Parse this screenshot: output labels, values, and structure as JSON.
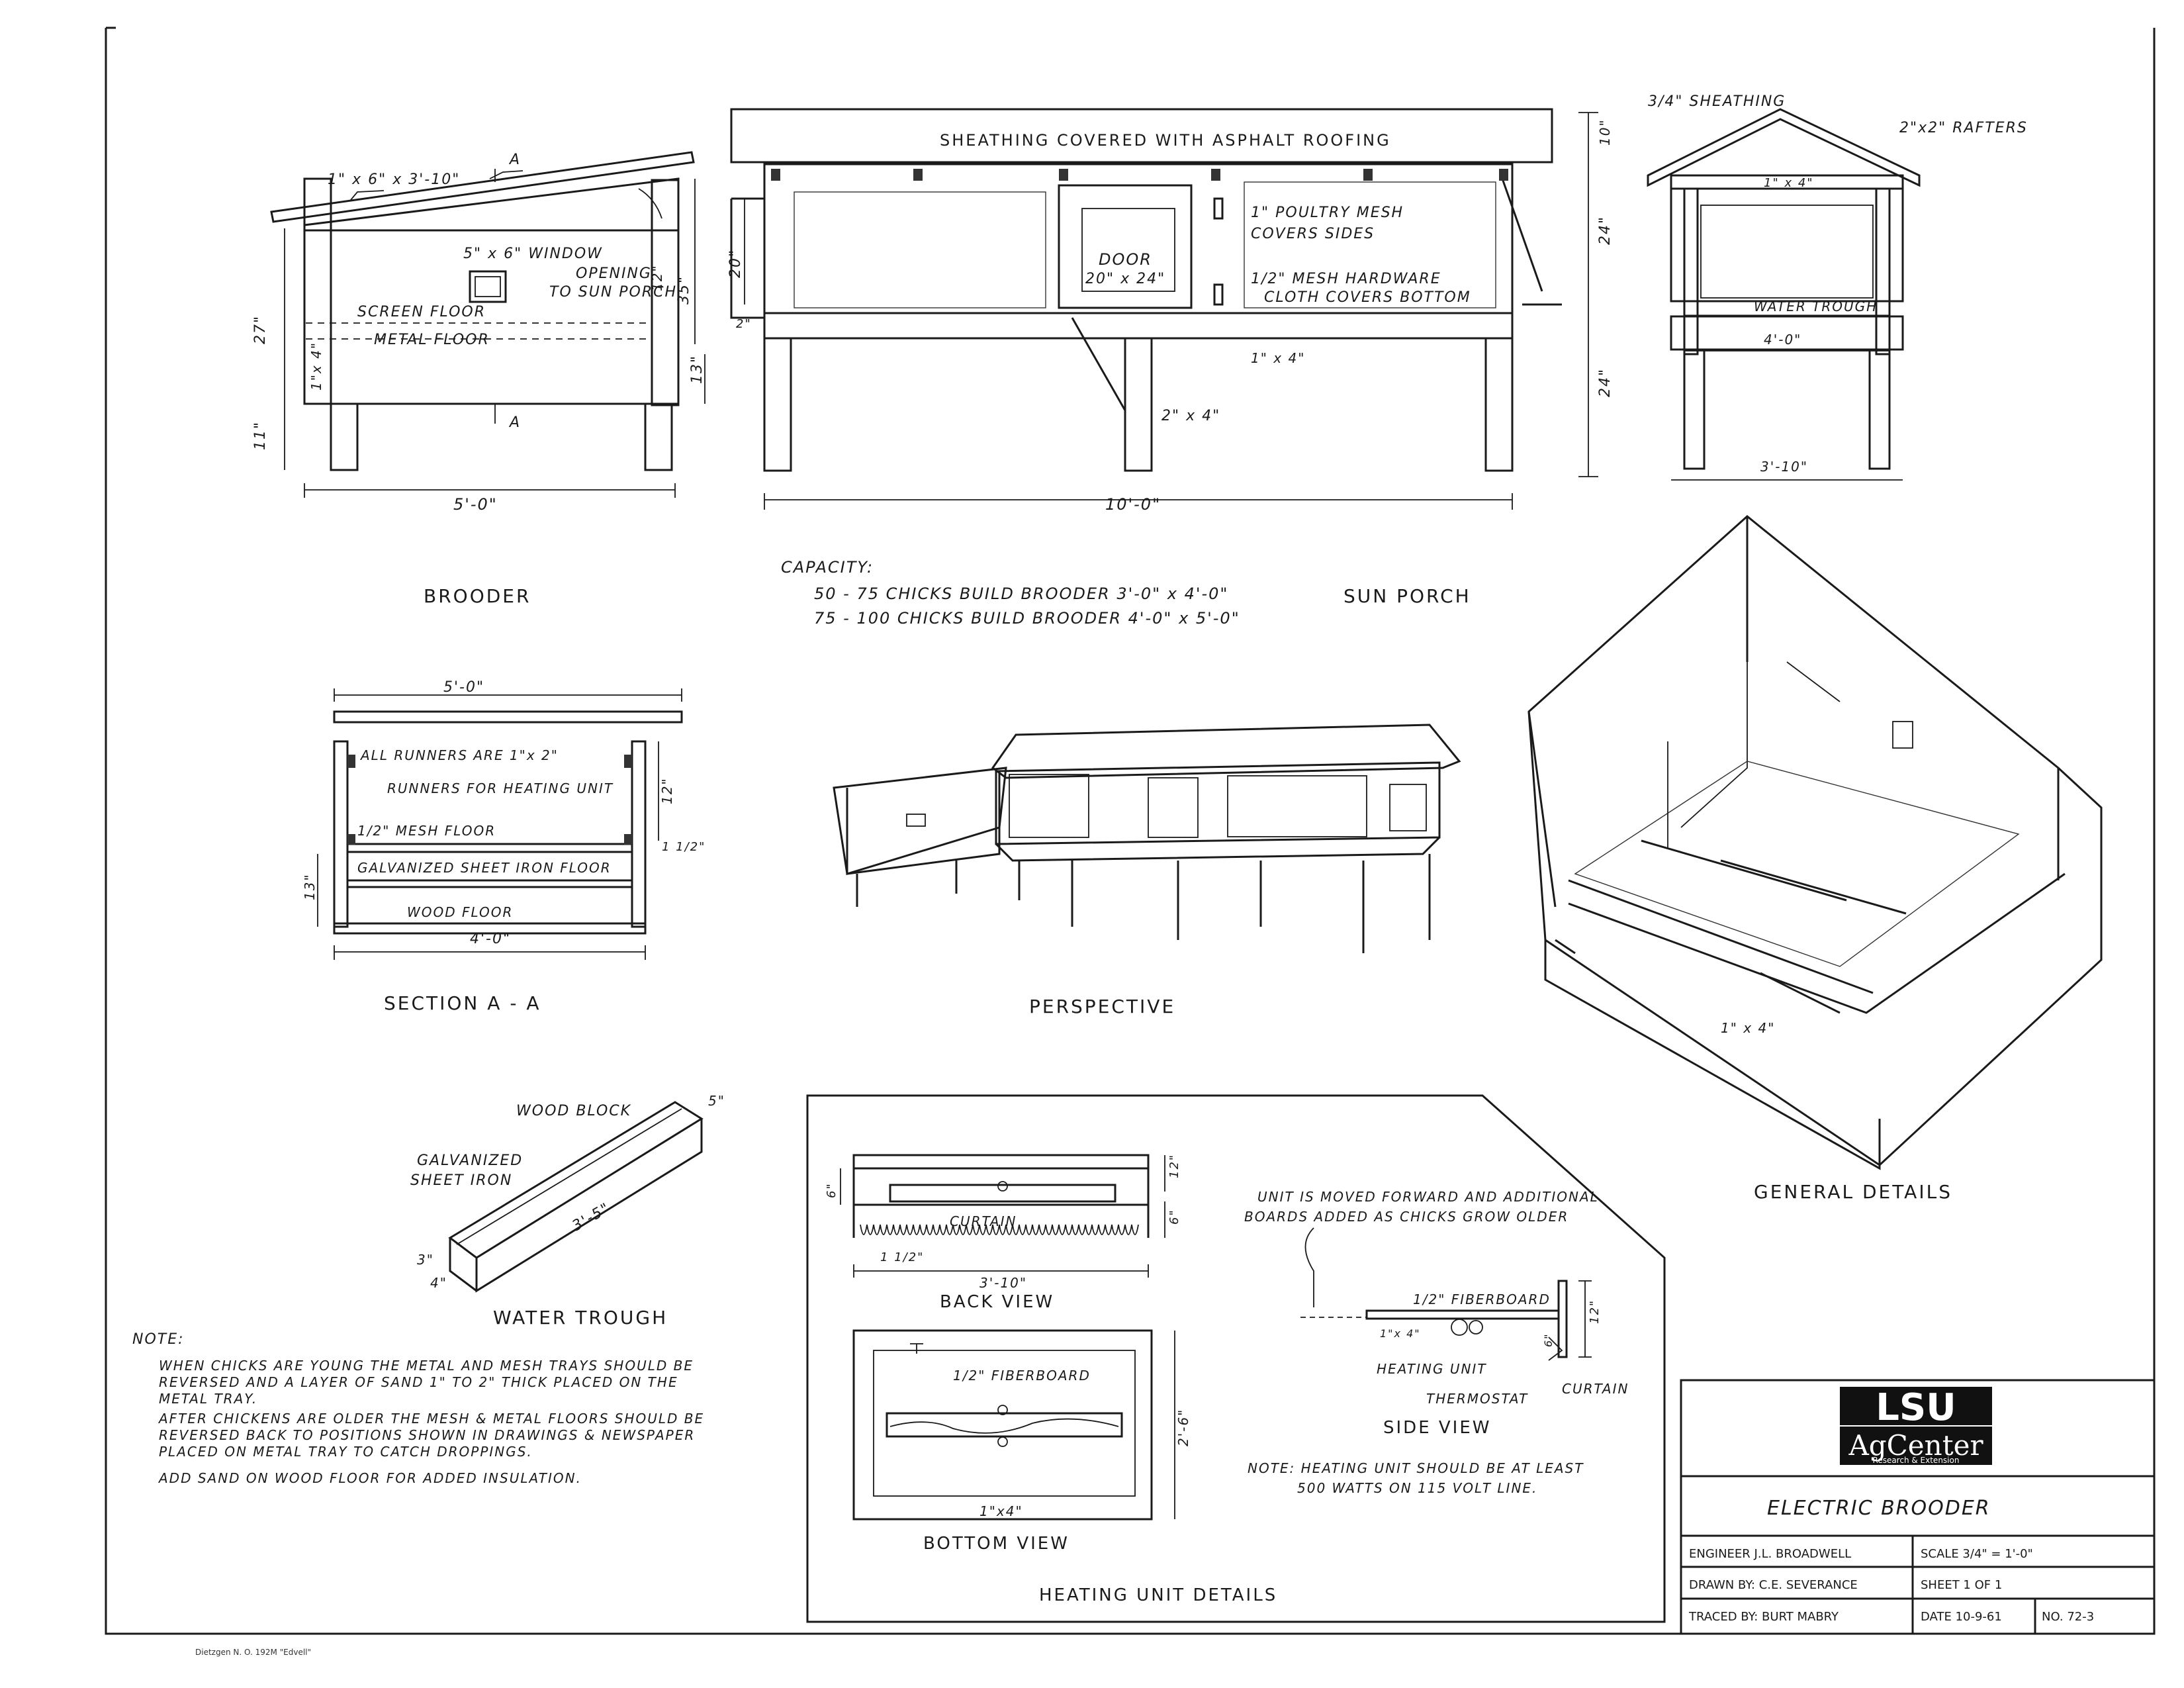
{
  "brooder": {
    "title": "BROODER",
    "rafter": "1\" x 6\" x 3'-10\"",
    "section_mark": "A",
    "window": "5\" x 6\" WINDOW",
    "opening": "OPENING",
    "opening2": "TO SUN PORCH",
    "screen_floor": "SCREEN FLOOR",
    "metal_floor": "METAL FLOOR",
    "dim_27": "27\"",
    "dim_1x4": "1\"x 4\"",
    "dim_11": "11\"",
    "dim_12": "12\"",
    "dim_35": "35\"",
    "dim_13": "13\"",
    "dim_width": "5'-0\""
  },
  "sun_porch": {
    "title": "SUN PORCH",
    "sheathing": "SHEATHING COVERED WITH ASPHALT ROOFING",
    "door": "DOOR",
    "door_size": "20\" x 24\"",
    "poultry_mesh_1": "1\" POULTRY MESH",
    "poultry_mesh_2": "COVERS SIDES",
    "hw_mesh_1": "1/2\" MESH HARDWARE",
    "hw_mesh_2": "CLOTH COVERS BOTTOM",
    "dim_20": "20\"",
    "dim_2": "2\"",
    "dim_1x4": "1\" x 4\"",
    "dim_2x4": "2\" x 4\"",
    "dim_10": "10\"",
    "dim_24a": "24\"",
    "dim_24b": "24\"",
    "dim_width": "10'-0\""
  },
  "end_view": {
    "sheathing": "3/4\" SHEATHING",
    "rafters": "2\"x2\" RAFTERS",
    "dim_1x4": "1\" x 4\"",
    "water_trough": "WATER TROUGH",
    "dim_4": "4'-0\"",
    "dim_310": "3'-10\""
  },
  "capacity": {
    "heading": "CAPACITY:",
    "line1": "50 - 75 CHICKS BUILD BROODER 3'-0\" x 4'-0\"",
    "line2": "75 - 100 CHICKS BUILD BROODER 4'-0\" x 5'-0\""
  },
  "section": {
    "title": "SECTION A - A",
    "dim_top": "5'-0\"",
    "runners": "ALL RUNNERS ARE 1\"x 2\"",
    "heat_runners": "RUNNERS FOR HEATING UNIT",
    "mesh_floor": "1/2\" MESH FLOOR",
    "sheet_floor": "GALVANIZED SHEET IRON FLOOR",
    "wood_floor": "WOOD FLOOR",
    "dim_bottom": "4'-0\"",
    "dim_12": "12\"",
    "dim_13": "13\"",
    "dim_112": "1 1/2\""
  },
  "perspective": {
    "title": "PERSPECTIVE"
  },
  "general": {
    "title": "GENERAL DETAILS",
    "dim_1x4": "1\" x 4\""
  },
  "trough": {
    "title": "WATER TROUGH",
    "wood_block": "WOOD BLOCK",
    "galv_1": "GALVANIZED",
    "galv_2": "SHEET IRON",
    "dim_len": "3'-5\"",
    "dim_5": "5\"",
    "dim_3": "3\"",
    "dim_4": "4\""
  },
  "note": {
    "heading": "NOTE:",
    "lines": [
      "WHEN CHICKS ARE YOUNG THE METAL AND MESH TRAYS SHOULD BE",
      "REVERSED AND A LAYER OF SAND 1\" TO 2\" THICK PLACED ON THE",
      "METAL TRAY.",
      "AFTER CHICKENS ARE OLDER THE MESH & METAL FLOORS SHOULD BE",
      "REVERSED BACK TO POSITIONS SHOWN IN DRAWINGS & NEWSPAPER",
      "PLACED ON METAL TRAY TO CATCH DROPPINGS.",
      "ADD SAND ON WOOD FLOOR FOR ADDED INSULATION."
    ]
  },
  "heating": {
    "title": "HEATING UNIT DETAILS",
    "back_view": "BACK VIEW",
    "curtain": "CURTAIN",
    "dim_310": "3'-10\"",
    "dim_112": "1 1/2\"",
    "dim_6a": "6\"",
    "dim_12": "12\"",
    "dim_6b": "6\"",
    "bottom_view": "BOTTOM VIEW",
    "fiberboard": "1/2\" FIBERBOARD",
    "dim_1x4": "1\"x4\"",
    "dim_26": "2'-6\"",
    "unit_note_1": "UNIT IS MOVED FORWARD AND ADDITIONAL",
    "unit_note_2": "BOARDS ADDED AS CHICKS GROW OLDER",
    "side_fiberboard": "1/2\" FIBERBOARD",
    "side_1x4": "1\"x 4\"",
    "heating_unit": "HEATING UNIT",
    "thermostat": "THERMOSTAT",
    "side_curtain": "CURTAIN",
    "side_view": "SIDE VIEW",
    "side_12": "12\"",
    "side_6": "6\"",
    "watts_1": "NOTE: HEATING UNIT SHOULD BE AT LEAST",
    "watts_2": "500 WATTS ON 115 VOLT LINE."
  },
  "title_block": {
    "logo_1": "LSU",
    "logo_2": "AgCenter",
    "logo_3": "Research & Extension",
    "drawing_title": "ELECTRIC BROODER",
    "engineer": "ENGINEER J.L. BROADWELL",
    "scale": "SCALE 3/4\" = 1'-0\"",
    "drawn_by": "DRAWN BY: C.E. SEVERANCE",
    "sheet": "SHEET 1 OF 1",
    "traced_by": "TRACED BY: BURT MABRY",
    "date": "DATE 10-9-61",
    "number": "NO. 72-3"
  },
  "footer": "Dietzgen N. O. 192M \"Edvell\""
}
